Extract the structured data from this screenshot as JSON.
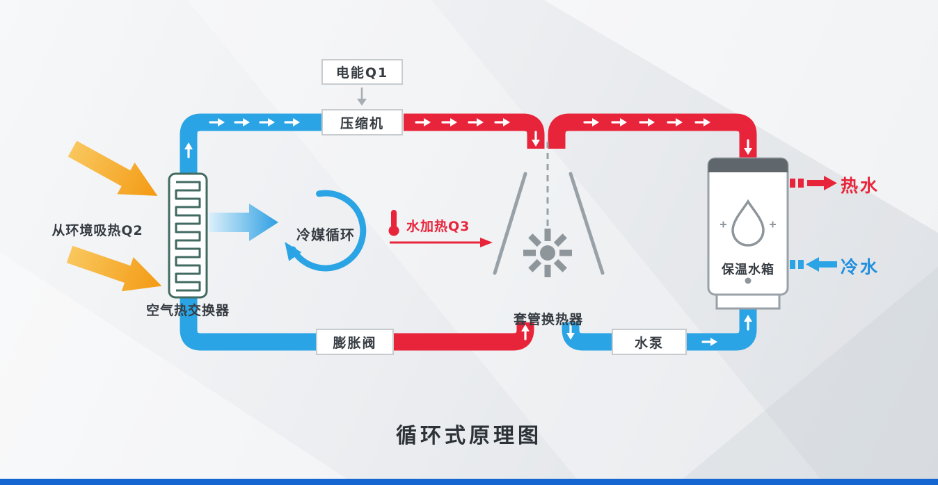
{
  "title": "循环式原理图",
  "nodes": {
    "electric_energy": "电能Q1",
    "compressor": "压缩机",
    "air_heat_exchanger": "空气热交换器",
    "env_heat_label": "从环境吸热Q2",
    "refrigerant_cycle": "冷媒循环",
    "water_heating": "水加热Q3",
    "tube_heat_exchanger": "套管换热器",
    "storage_tank": "保温水箱",
    "hot_water": "热水",
    "cold_water": "冷水",
    "expansion_valve": "膨胀阀",
    "water_pump": "水泵"
  },
  "colors": {
    "pipe-blue": "#2aa4e5",
    "pipe-red": "#e8243a",
    "arrow-orange": "#f5a623",
    "gray-line": "#99a1a8",
    "text-dark": "#363c42",
    "text-red": "#e8243a",
    "text-blue": "#1f8fe0",
    "footer-blue": "#1566d0"
  }
}
